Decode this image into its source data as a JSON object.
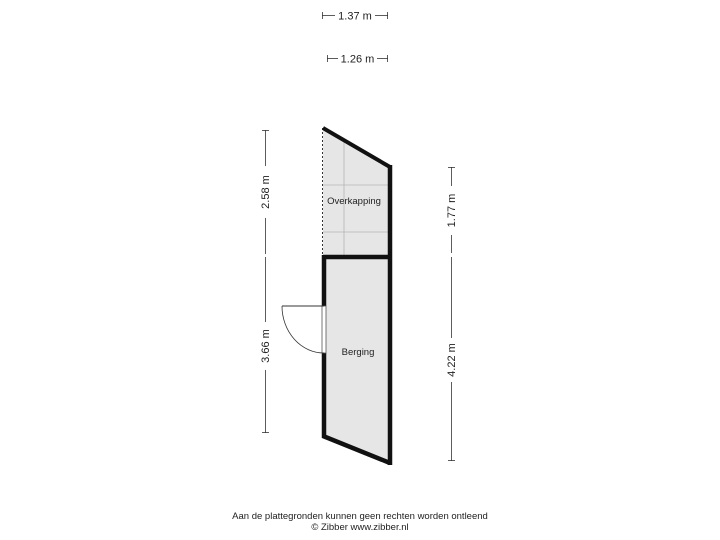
{
  "floorplan": {
    "dimensions": {
      "top_outer": "1.37 m",
      "top_inner": "1.26 m",
      "left_upper": "2.58 m",
      "left_lower": "3.66 m",
      "right_upper": "1.77 m",
      "right_lower": "4.22 m"
    },
    "rooms": {
      "overkapping": "Overkapping",
      "berging": "Berging"
    }
  },
  "footer": {
    "disclaimer": "Aan de plattegronden kunnen geen rechten worden ontleend",
    "copyright": "© Zibber www.zibber.nl"
  },
  "colors": {
    "wall": "#111111",
    "room_fill": "#e6e6e6",
    "dimension_line": "#333333"
  }
}
